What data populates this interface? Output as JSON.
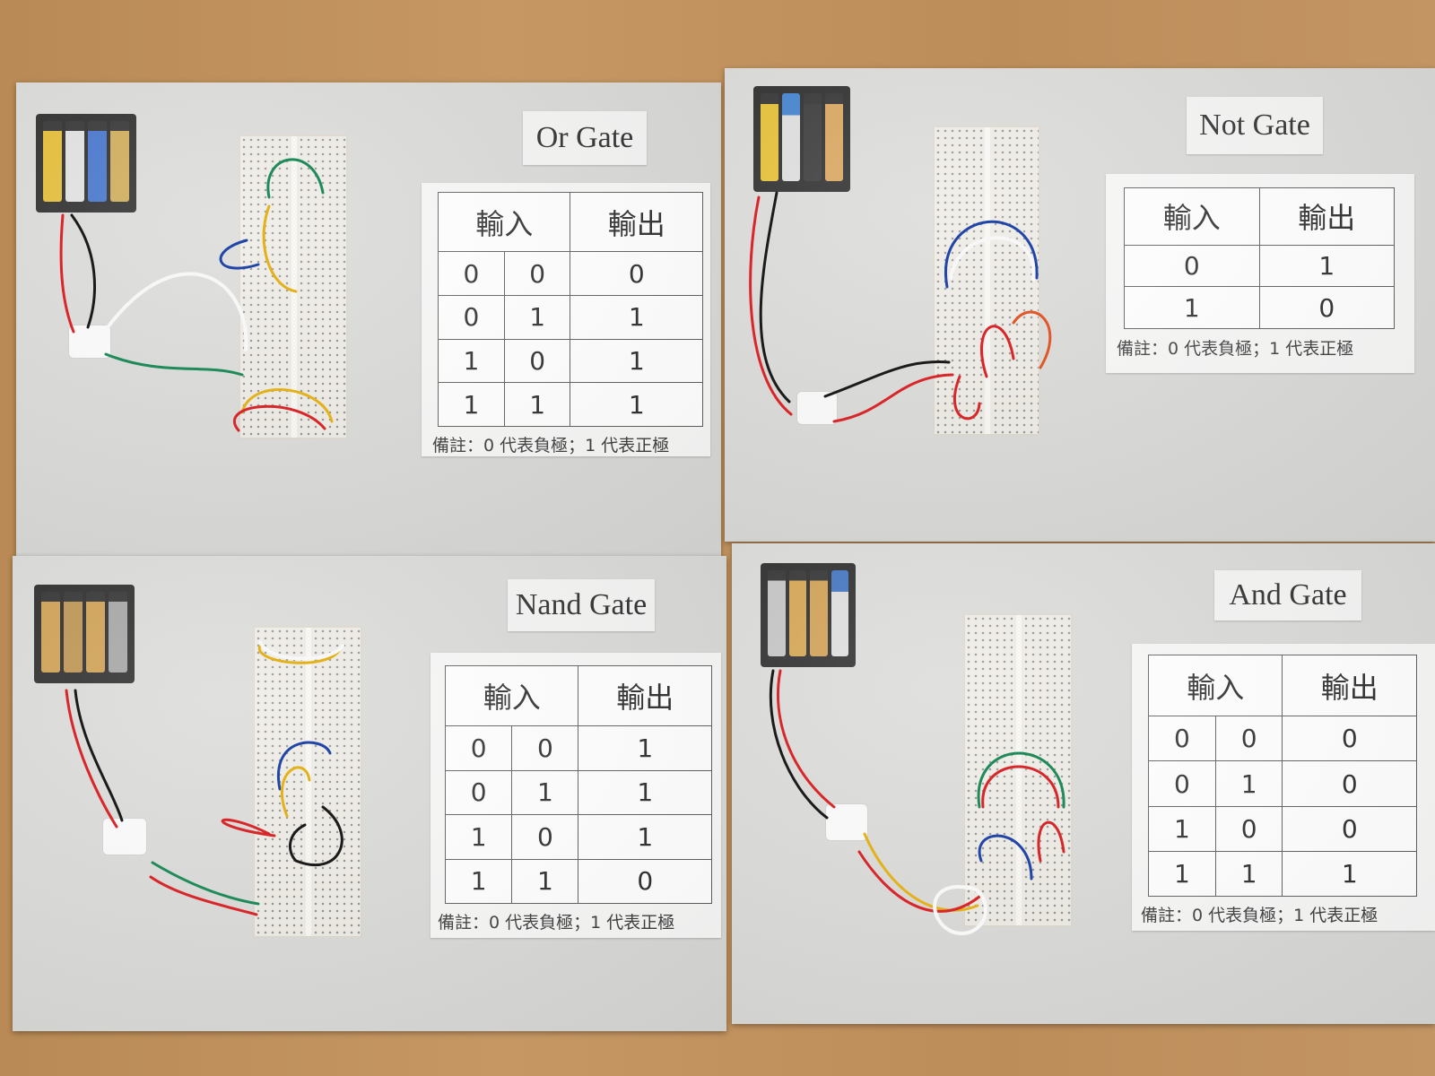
{
  "boards": [
    {
      "id": "or",
      "title": "Or Gate",
      "header_input": "輸入",
      "header_output": "輸出",
      "rows": [
        [
          "0",
          "0",
          "0"
        ],
        [
          "0",
          "1",
          "1"
        ],
        [
          "1",
          "0",
          "1"
        ],
        [
          "1",
          "1",
          "1"
        ]
      ],
      "note": "備註：0 代表負極；1 代表正極"
    },
    {
      "id": "not",
      "title": "Not Gate",
      "header_input": "輸入",
      "header_output": "輸出",
      "rows": [
        [
          "0",
          "1"
        ],
        [
          "1",
          "0"
        ]
      ],
      "note": "備註：0 代表負極；1 代表正極"
    },
    {
      "id": "nand",
      "title": "Nand Gate",
      "header_input": "輸入",
      "header_output": "輸出",
      "rows": [
        [
          "0",
          "0",
          "1"
        ],
        [
          "0",
          "1",
          "1"
        ],
        [
          "1",
          "0",
          "1"
        ],
        [
          "1",
          "1",
          "0"
        ]
      ],
      "note": "備註：0 代表負極；1 代表正極"
    },
    {
      "id": "and",
      "title": "And Gate",
      "header_input": "輸入",
      "header_output": "輸出",
      "rows": [
        [
          "0",
          "0",
          "0"
        ],
        [
          "0",
          "1",
          "0"
        ],
        [
          "1",
          "0",
          "0"
        ],
        [
          "1",
          "1",
          "1"
        ]
      ],
      "note": "備註：0 代表負極；1 代表正極"
    }
  ],
  "colors": {
    "board": "#d6d6d4",
    "wire_red": "#d8272b",
    "wire_black": "#1b1b1b",
    "wire_green": "#1f8a5a",
    "wire_blue": "#2146a8",
    "wire_yellow": "#e3b21b",
    "wire_white": "#f7f7f7"
  }
}
